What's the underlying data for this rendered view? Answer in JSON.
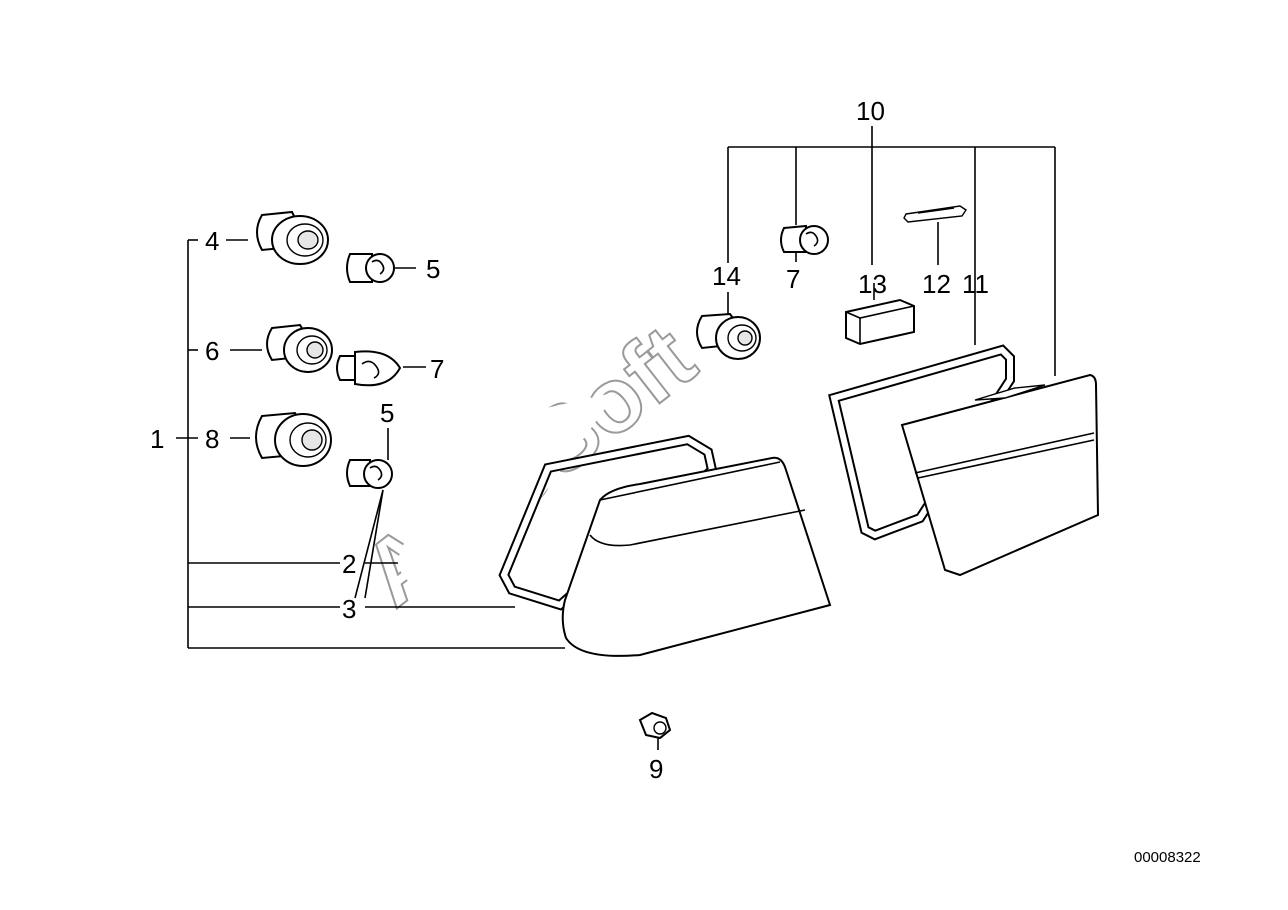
{
  "diagram": {
    "callouts": {
      "c1": "1",
      "c2": "2",
      "c3": "3",
      "c4": "4",
      "c5a": "5",
      "c5b": "5",
      "c6": "6",
      "c7a": "7",
      "c7b": "7",
      "c8": "8",
      "c9": "9",
      "c10": "10",
      "c11": "11",
      "c12": "12",
      "c13": "13",
      "c14": "14"
    },
    "drawing_number": "00008322",
    "watermark": "AutoSoft"
  }
}
